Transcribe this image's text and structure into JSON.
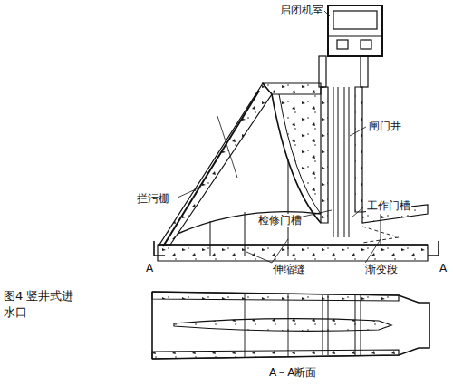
{
  "diagram": {
    "caption": "图4 竖井式进水口",
    "labels": [
      "启闭机室",
      "闸门井",
      "拦污栅",
      "检修门槽",
      "工作门槽",
      "伸缩缝",
      "渐变段",
      "A",
      "A",
      "A－A断面"
    ]
  }
}
